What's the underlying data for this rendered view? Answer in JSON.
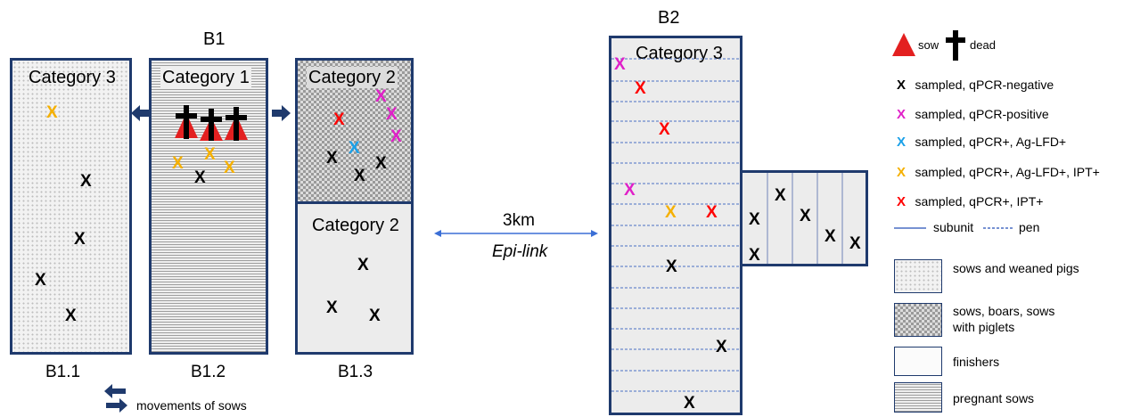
{
  "colors": {
    "negative": "#000000",
    "positive": "#e020c8",
    "lfd": "#1aa0e8",
    "lfd_ipt": "#f5b000",
    "ipt": "#ff0000",
    "border": "#1f3a6d",
    "link": "#3b6fd6"
  },
  "farm_b1": {
    "label": "B1",
    "units": {
      "b11": {
        "category": "Category 3",
        "label": "B1.1"
      },
      "b12": {
        "category": "Category 1",
        "label": "B1.2"
      },
      "b13": {
        "category_upper": "Category 2",
        "category_lower": "Category 2",
        "label": "B1.3"
      }
    },
    "arrow_legend": "movements of sows"
  },
  "link": {
    "distance": "3km",
    "type": "Epi-link"
  },
  "farm_b2": {
    "label": "B2",
    "category": "Category 3"
  },
  "legend": {
    "sow": "sow",
    "dead": "dead",
    "mark": "X",
    "negative": "sampled, qPCR-negative",
    "positive": "sampled, qPCR-positive",
    "lfd": "sampled, qPCR+, Ag-LFD+",
    "lfd_ipt": "sampled, qPCR+, Ag-LFD+, IPT+",
    "ipt": "sampled, qPCR+, IPT+",
    "subunit": "subunit",
    "pen": "pen",
    "pattern_dots": "sows and weaned pigs",
    "pattern_checker": "sows, boars, sows with piglets",
    "pattern_plain": "finishers",
    "pattern_lines": "pregnant sows"
  }
}
